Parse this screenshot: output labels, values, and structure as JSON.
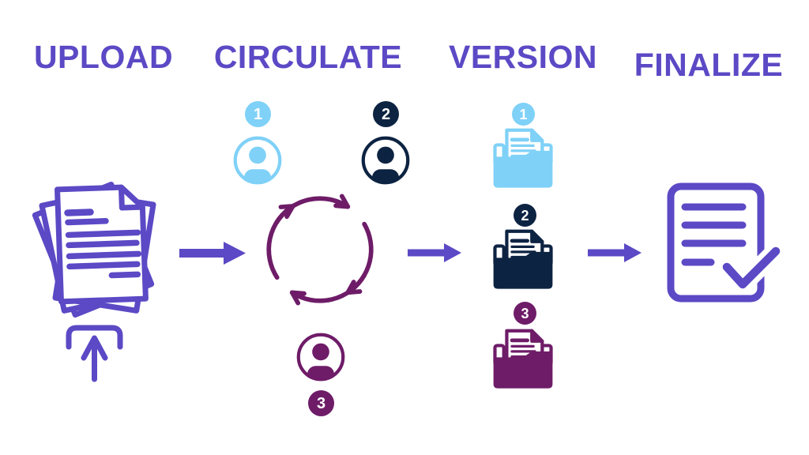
{
  "diagram_title": "document workflow: upload, circulate, version, finalize",
  "palette": {
    "purple": "#5B49C5",
    "light_blue": "#7FD1F7",
    "navy": "#0D2342",
    "magenta": "#6E1C68"
  },
  "steps": {
    "upload": {
      "label": "UPLOAD",
      "icon": "document-stack-upload-icon"
    },
    "circulate": {
      "label": "CIRCULATE",
      "icon": "cycle-arrows-icon",
      "reviewers": [
        {
          "number": "1",
          "color": "#7FD1F7"
        },
        {
          "number": "2",
          "color": "#0D2342"
        },
        {
          "number": "3",
          "color": "#6E1C68"
        }
      ]
    },
    "version": {
      "label": "VERSION",
      "versions": [
        {
          "number": "1",
          "color": "#7FD1F7"
        },
        {
          "number": "2",
          "color": "#0D2342"
        },
        {
          "number": "3",
          "color": "#6E1C68"
        }
      ]
    },
    "finalize": {
      "label": "FINALIZE",
      "icon": "document-check-icon"
    }
  },
  "connectors": {
    "count": 3,
    "direction": "right"
  }
}
